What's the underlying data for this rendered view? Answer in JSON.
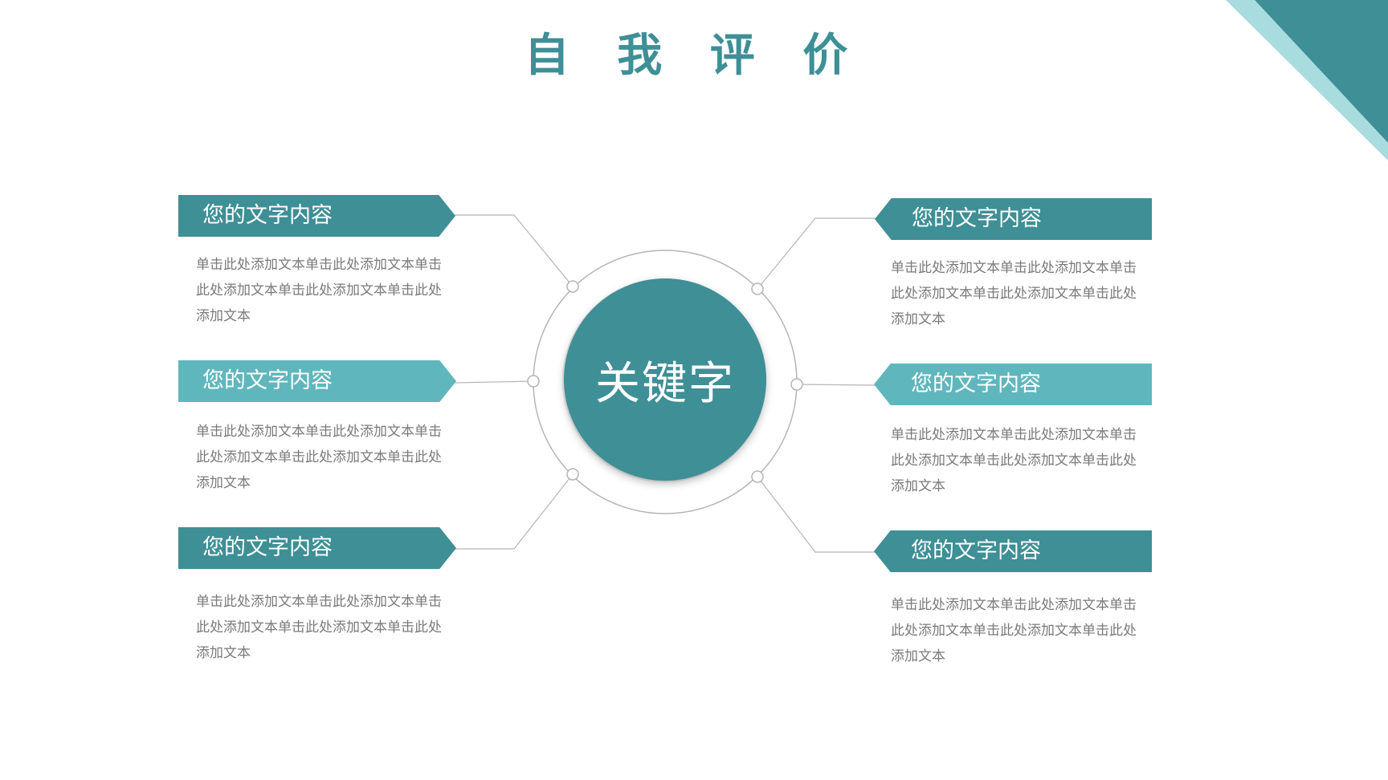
{
  "title": "自 我 评 价",
  "center": {
    "label": "关键字"
  },
  "colors": {
    "primary": "#3e8f96",
    "light": "#5fb7bd",
    "corner_light": "#a8dcde",
    "text_gray": "#7a7a7a",
    "line_gray": "#b5b5b5"
  },
  "items": [
    {
      "heading": "您的文字内容",
      "body": "单击此处添加文本单击此处添加文本单击此处添加文本单击此处添加文本单击此处添加文本"
    },
    {
      "heading": "您的文字内容",
      "body": "单击此处添加文本单击此处添加文本单击此处添加文本单击此处添加文本单击此处添加文本"
    },
    {
      "heading": "您的文字内容",
      "body": "单击此处添加文本单击此处添加文本单击此处添加文本单击此处添加文本单击此处添加文本"
    },
    {
      "heading": "您的文字内容",
      "body": "单击此处添加文本单击此处添加文本单击此处添加文本单击此处添加文本单击此处添加文本"
    },
    {
      "heading": "您的文字内容",
      "body": "单击此处添加文本单击此处添加文本单击此处添加文本单击此处添加文本单击此处添加文本"
    },
    {
      "heading": "您的文字内容",
      "body": "单击此处添加文本单击此处添加文本单击此处添加文本单击此处添加文本单击此处添加文本"
    }
  ]
}
